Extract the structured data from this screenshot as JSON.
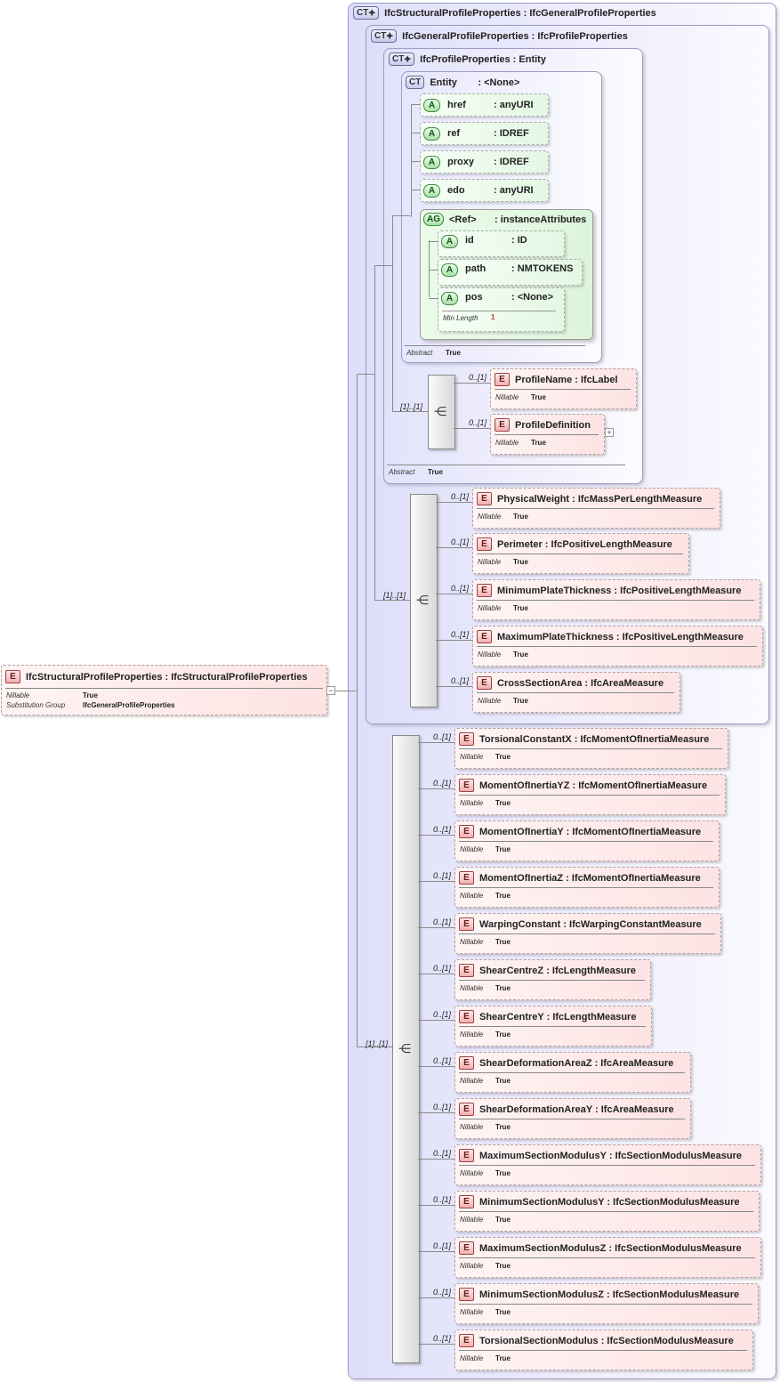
{
  "root": {
    "badge": "E",
    "title": "IfcStructuralProfileProperties : IfcStructuralProfileProperties",
    "props": [
      {
        "k": "Nillable",
        "v": "True"
      },
      {
        "k": "Substitution Group",
        "v": "IfcGeneralProfileProperties"
      }
    ],
    "collapse_glyph": "−"
  },
  "ct_structural": {
    "badge": "CT",
    "title": "IfcStructuralProfileProperties : IfcGeneralProfileProperties"
  },
  "ct_general": {
    "badge": "CT",
    "title": "IfcGeneralProfileProperties : IfcProfileProperties"
  },
  "ct_profile": {
    "badge": "CT",
    "title": "IfcProfileProperties : Entity",
    "abstract_k": "Abstract",
    "abstract_v": "True"
  },
  "ct_entity": {
    "badge": "CT",
    "name": "Entity",
    "type": ": <None>",
    "abstract_k": "Abstract",
    "abstract_v": "True",
    "attrs": [
      {
        "badge": "A",
        "name": "href",
        "type": ": anyURI"
      },
      {
        "badge": "A",
        "name": "ref",
        "type": ": IDREF"
      },
      {
        "badge": "A",
        "name": "proxy",
        "type": ": IDREF"
      },
      {
        "badge": "A",
        "name": "edo",
        "type": ": anyURI"
      }
    ],
    "group": {
      "badge": "AG",
      "name": "<Ref>",
      "type": ": instanceAttributes",
      "attrs": [
        {
          "badge": "A",
          "name": "id",
          "type": ": ID"
        },
        {
          "badge": "A",
          "name": "path",
          "type": ": NMTOKENS"
        },
        {
          "badge": "A",
          "name": "pos",
          "type": ": <None>",
          "facet_k": "Min Length",
          "facet_v": "1"
        }
      ]
    }
  },
  "seq_profile": {
    "mult": "[1]..[1]",
    "elements": [
      {
        "badge": "E",
        "mult": "0..[1]",
        "title": "ProfileName : IfcLabel",
        "k": "Nillable",
        "v": "True"
      },
      {
        "badge": "E",
        "mult": "0..[1]",
        "title": "ProfileDefinition",
        "k": "Nillable",
        "v": "True",
        "expand": "+"
      }
    ]
  },
  "seq_general": {
    "mult": "[1]..[1]",
    "elements": [
      {
        "badge": "E",
        "mult": "0..[1]",
        "title": "PhysicalWeight : IfcMassPerLengthMeasure",
        "k": "Nillable",
        "v": "True"
      },
      {
        "badge": "E",
        "mult": "0..[1]",
        "title": "Perimeter : IfcPositiveLengthMeasure",
        "k": "Nillable",
        "v": "True"
      },
      {
        "badge": "E",
        "mult": "0..[1]",
        "title": "MinimumPlateThickness : IfcPositiveLengthMeasure",
        "k": "Nillable",
        "v": "True"
      },
      {
        "badge": "E",
        "mult": "0..[1]",
        "title": "MaximumPlateThickness : IfcPositiveLengthMeasure",
        "k": "Nillable",
        "v": "True"
      },
      {
        "badge": "E",
        "mult": "0..[1]",
        "title": "CrossSectionArea : IfcAreaMeasure",
        "k": "Nillable",
        "v": "True"
      }
    ]
  },
  "seq_structural": {
    "mult": "[1]..[1]",
    "elements": [
      {
        "badge": "E",
        "mult": "0..[1]",
        "title": "TorsionalConstantX : IfcMomentOfInertiaMeasure",
        "k": "Nillable",
        "v": "True"
      },
      {
        "badge": "E",
        "mult": "0..[1]",
        "title": "MomentOfInertiaYZ : IfcMomentOfInertiaMeasure",
        "k": "Nillable",
        "v": "True"
      },
      {
        "badge": "E",
        "mult": "0..[1]",
        "title": "MomentOfInertiaY : IfcMomentOfInertiaMeasure",
        "k": "Nillable",
        "v": "True"
      },
      {
        "badge": "E",
        "mult": "0..[1]",
        "title": "MomentOfInertiaZ : IfcMomentOfInertiaMeasure",
        "k": "Nillable",
        "v": "True"
      },
      {
        "badge": "E",
        "mult": "0..[1]",
        "title": "WarpingConstant : IfcWarpingConstantMeasure",
        "k": "Nillable",
        "v": "True"
      },
      {
        "badge": "E",
        "mult": "0..[1]",
        "title": "ShearCentreZ : IfcLengthMeasure",
        "k": "Nillable",
        "v": "True"
      },
      {
        "badge": "E",
        "mult": "0..[1]",
        "title": "ShearCentreY : IfcLengthMeasure",
        "k": "Nillable",
        "v": "True"
      },
      {
        "badge": "E",
        "mult": "0..[1]",
        "title": "ShearDeformationAreaZ : IfcAreaMeasure",
        "k": "Nillable",
        "v": "True"
      },
      {
        "badge": "E",
        "mult": "0..[1]",
        "title": "ShearDeformationAreaY : IfcAreaMeasure",
        "k": "Nillable",
        "v": "True"
      },
      {
        "badge": "E",
        "mult": "0..[1]",
        "title": "MaximumSectionModulusY : IfcSectionModulusMeasure",
        "k": "Nillable",
        "v": "True"
      },
      {
        "badge": "E",
        "mult": "0..[1]",
        "title": "MinimumSectionModulusY : IfcSectionModulusMeasure",
        "k": "Nillable",
        "v": "True"
      },
      {
        "badge": "E",
        "mult": "0..[1]",
        "title": "MaximumSectionModulusZ : IfcSectionModulusMeasure",
        "k": "Nillable",
        "v": "True"
      },
      {
        "badge": "E",
        "mult": "0..[1]",
        "title": "MinimumSectionModulusZ : IfcSectionModulusMeasure",
        "k": "Nillable",
        "v": "True"
      },
      {
        "badge": "E",
        "mult": "0..[1]",
        "title": "TorsionalSectionModulus : IfcSectionModulusMeasure",
        "k": "Nillable",
        "v": "True"
      }
    ]
  },
  "colors": {
    "ct_fill": "#e4e4fb",
    "element_fill": "#fde3e3",
    "attribute_fill": "#e4f7e4",
    "group_fill": "#e6fae6",
    "multiplicity_red": "#d03020"
  }
}
